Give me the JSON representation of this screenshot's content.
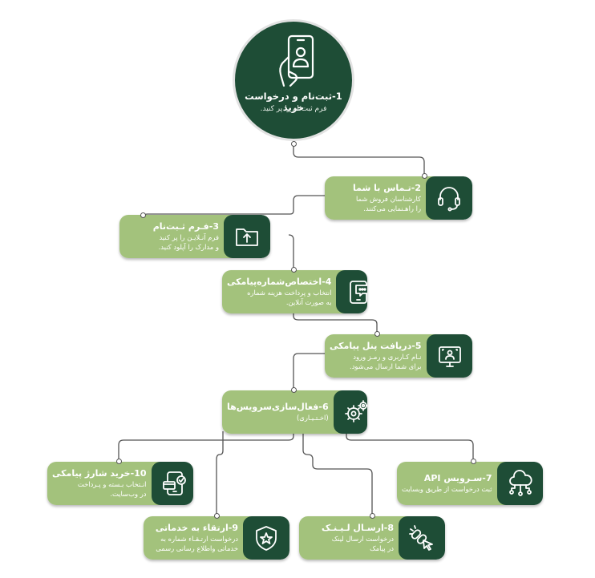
{
  "start": {
    "title": "1-ثبت‌نام و درخواست خرید",
    "desc": "فرم ثبت‌نام را پر کنید.",
    "icon": "phone-user-icon"
  },
  "steps": [
    {
      "id": "2",
      "title": "2-تـماس با شما",
      "lines": [
        "کارشناسان فروش شما",
        "را راهـنمایی می‌کنند."
      ],
      "icon": "headset-icon"
    },
    {
      "id": "3",
      "title": "3-فـرم ثـبت‌نام",
      "lines": [
        "فرم آنـلایـن را پر کنید",
        "و مدارک را آپلود کنید."
      ],
      "icon": "folder-upload-icon"
    },
    {
      "id": "4",
      "title": "4-اختصاص‌شماره‌پیامکی",
      "lines": [
        "انتخاب و پرداخت هزینه شماره",
        "به صورت آنلاین."
      ],
      "icon": "phone-chat-icon"
    },
    {
      "id": "5",
      "title": "5-دریافت پنل پیامکی",
      "lines": [
        "نـام کـاربری و رمـز ورود",
        "برای شما ارسال می‌شود."
      ],
      "icon": "monitor-user-icon"
    },
    {
      "id": "6",
      "title": "6-فعال‌سازی‌سرویس‌ها",
      "lines": [
        "(اخـتـیـاری)"
      ],
      "icon": "gears-icon"
    },
    {
      "id": "7",
      "title": "7-سـرویس API",
      "lines": [
        "ثبت درخواست از طریق وبسایت"
      ],
      "icon": "cloud-network-icon"
    },
    {
      "id": "8",
      "title": "8-ارسـال لـیـنـک",
      "lines": [
        "درخواست ارسال لینک",
        "در پیامک"
      ],
      "icon": "link-click-icon"
    },
    {
      "id": "9",
      "title": "9-ارتقاء به خدماتی",
      "lines": [
        "درخواست ارتـقـاء شماره به",
        "خدماتی واطلاع رسانی رسمی"
      ],
      "icon": "badge-star-icon"
    },
    {
      "id": "10",
      "title": "10-خرید شارژ پیامکی",
      "lines": [
        "انـتخاب بـسته و پـرداخت",
        "در وب‌سایت."
      ],
      "icon": "phone-card-icon"
    }
  ],
  "colors": {
    "dark_green": "#1e4d36",
    "light_green": "#a3c27c",
    "connector": "#555555"
  }
}
